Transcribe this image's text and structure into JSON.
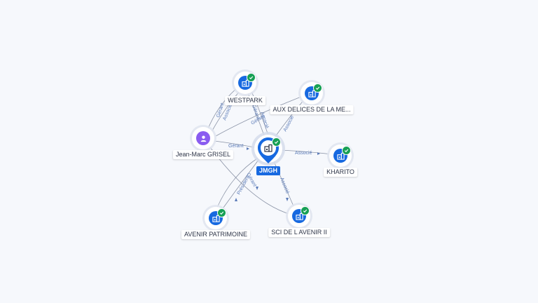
{
  "colors": {
    "company": "#1769e0",
    "person": "#8a5cf0",
    "verified": "#17a055",
    "edge": "#8a93a6",
    "edge_label": "#5b7bb8"
  },
  "nodes": {
    "center": {
      "label": "JMGH",
      "icon": "building-icon",
      "verified": true
    },
    "westpark": {
      "label": "WESTPARK",
      "icon": "building-icon",
      "verified": true
    },
    "aux_delices": {
      "label": "AUX DELICES DE LA ME...",
      "icon": "building-icon",
      "verified": true
    },
    "jean_marc": {
      "label": "Jean-Marc GRISEL",
      "icon": "person-icon",
      "verified": false
    },
    "kharito": {
      "label": "KHARITO",
      "icon": "building-icon",
      "verified": true
    },
    "avenir": {
      "label": "AVENIR PATRIMOINE",
      "icon": "building-icon",
      "verified": true
    },
    "sci": {
      "label": "SCI DE L AVENIR II",
      "icon": "building-icon",
      "verified": true
    }
  },
  "edge_labels": {
    "jm_center": "Gérant",
    "jm_westpark_1": "Gérant",
    "jm_westpark_2": "Associé",
    "westpark_center_1": "Gérant",
    "westpark_center_2": "Associé",
    "jm_aux": "Gérant",
    "aux_center": "Associé",
    "center_kharito": "Associé",
    "center_avenir_1": "Président",
    "center_avenir_2": "Gérant",
    "center_sci": "Associé"
  }
}
